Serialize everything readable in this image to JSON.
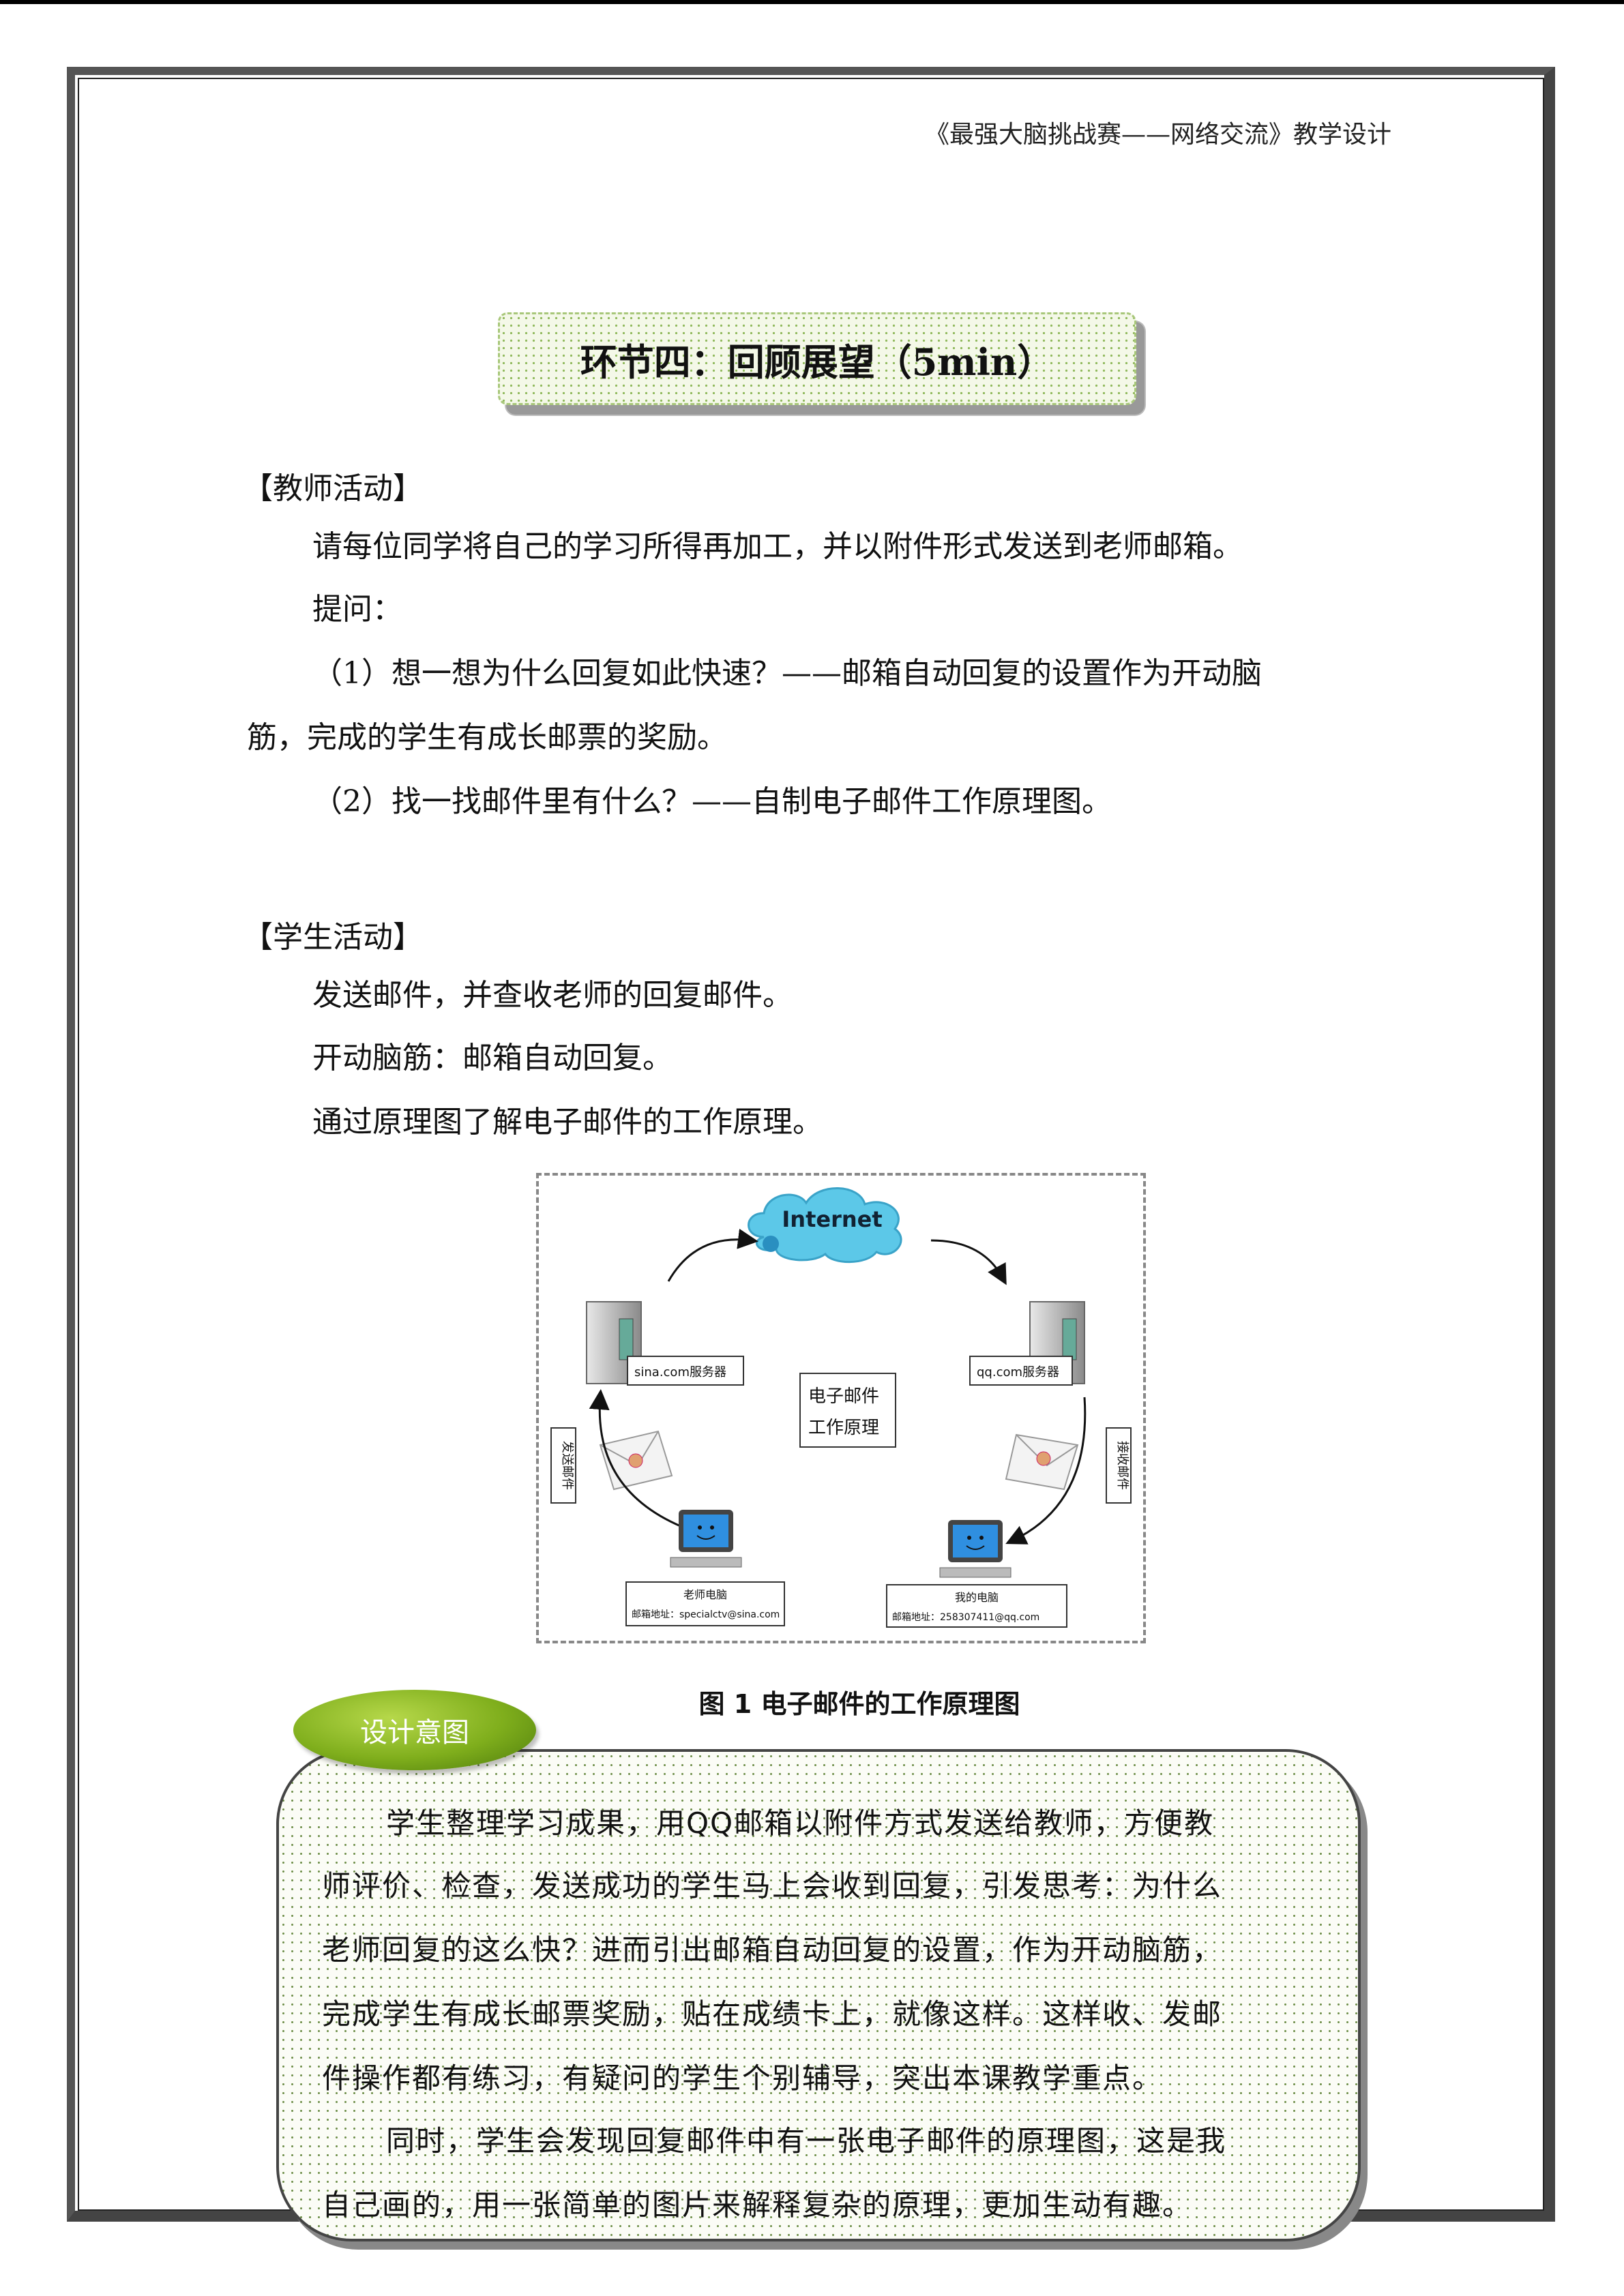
{
  "header": {
    "doc_title": "《最强大脑挑战赛——网络交流》教学设计"
  },
  "section": {
    "title": "环节四：回顾展望（5min）"
  },
  "teacher": {
    "label": "【教师活动】",
    "lines": [
      "请每位同学将自己的学习所得再加工，并以附件形式发送到老师邮箱。",
      "提问：",
      "（1）想一想为什么回复如此快速？——邮箱自动回复的设置作为开动脑",
      "筋，完成的学生有成长邮票的奖励。",
      "（2）找一找邮件里有什么？——自制电子邮件工作原理图。"
    ]
  },
  "student": {
    "label": "【学生活动】",
    "lines": [
      "发送邮件，并查收老师的回复邮件。",
      "开动脑筋：邮箱自动回复。",
      "通过原理图了解电子邮件的工作原理。"
    ]
  },
  "diagram": {
    "cloud_label": "Internet",
    "sina_server": "sina.com服务器",
    "qq_server": "qq.com服务器",
    "center_line1": "电子邮件",
    "center_line2": "工作原理",
    "left_side": "发送邮件",
    "right_side": "接收邮件",
    "teacher_pc": "老师电脑",
    "teacher_addr": "邮箱地址：specialctv@sina.com",
    "my_pc": "我的电脑",
    "my_addr": "邮箱地址：258307411@qq.com",
    "colors": {
      "cloud": "#5cc8e8",
      "screen": "#2f8fe0",
      "arrow": "#111111"
    }
  },
  "figure": {
    "caption": "图 1 电子邮件的工作原理图"
  },
  "intent": {
    "badge": "设计意图",
    "lines": [
      "学生整理学习成果，用QQ邮箱以附件方式发送给教师，方便教",
      "师评价、检查，发送成功的学生马上会收到回复，引发思考：为什么",
      "老师回复的这么快？进而引出邮箱自动回复的设置，作为开动脑筋，",
      "完成学生有成长邮票奖励，贴在成绩卡上，就像这样。这样收、发邮",
      "件操作都有练习，有疑问的学生个别辅导，突出本课教学重点。",
      "同时，学生会发现回复邮件中有一张电子邮件的原理图，这是我",
      "自己画的，用一张简单的图片来解释复杂的原理，更加生动有趣。"
    ]
  }
}
